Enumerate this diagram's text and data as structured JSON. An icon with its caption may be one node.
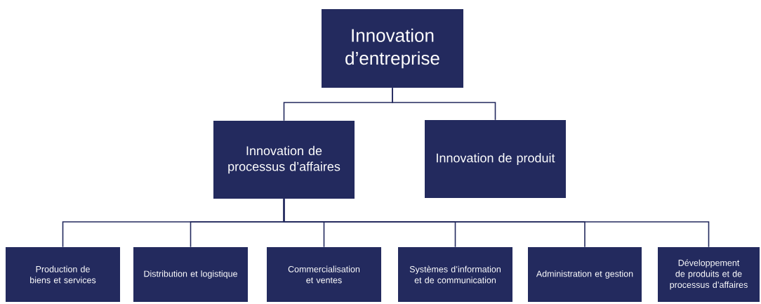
{
  "diagram": {
    "nodes": [
      {
        "text": [
          "Innovation d’entreprise"
        ]
      },
      {
        "text": [
          "Innovation de processus d’affaires"
        ]
      },
      {
        "text": [
          "Innovation de produit"
        ]
      },
      {
        "text": [
          "Production de biens et services"
        ]
      },
      {
        "text": [
          "Distribution et logistique"
        ]
      },
      {
        "text": [
          "Commercialisation et ventes"
        ]
      },
      {
        "text": [
          "Systèmes d’information et de communication"
        ]
      },
      {
        "text": [
          "Administration et gestion"
        ]
      },
      {
        "text": [
          "Développement de produits et de processus d’affaires"
        ]
      }
    ],
    "edges": [
      {
        "from": 0,
        "to": 1,
        "arrow": "none"
      },
      {
        "from": 0,
        "to": 2,
        "arrow": "none"
      },
      {
        "from": 1,
        "to": 3,
        "arrow": "none"
      },
      {
        "from": 1,
        "to": 4,
        "arrow": "none"
      },
      {
        "from": 1,
        "to": 5,
        "arrow": "none"
      },
      {
        "from": 1,
        "to": 6,
        "arrow": "none"
      },
      {
        "from": 1,
        "to": 7,
        "arrow": "none"
      },
      {
        "from": 1,
        "to": 8,
        "arrow": "none"
      }
    ]
  }
}
